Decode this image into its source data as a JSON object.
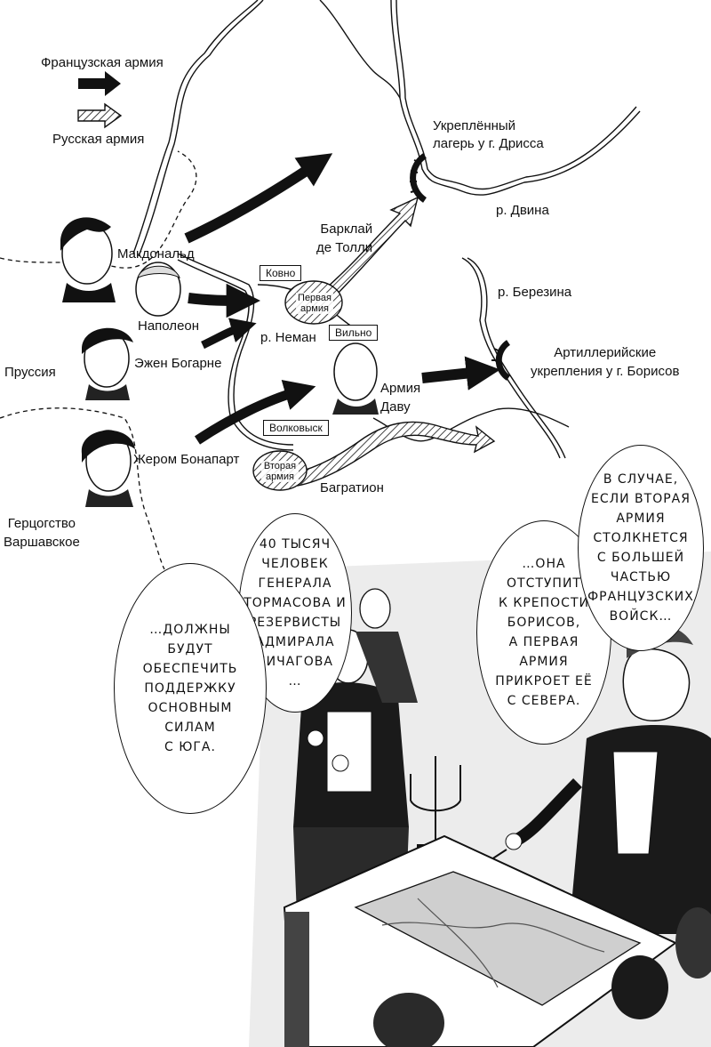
{
  "legend": {
    "french_label": "Французская армия",
    "russian_label": "Русская армия"
  },
  "map_labels": {
    "drissa": "Укреплённый\nлагерь у г. Дрисса",
    "dvina": "р. Двина",
    "barclay": "Барклай\nде Толли",
    "macdonald": "Макдональд",
    "napoleon": "Наполеон",
    "eugene": "Эжен Богарне",
    "jerome": "Жером Бонапарт",
    "prussia": "Пруссия",
    "warsaw": "Герцогство\nВаршавское",
    "neman": "р. Неман",
    "berezina": "р. Березина",
    "borisov": "Артиллерийские\nукрепления у г. Борисов",
    "davout": "Армия\nДаву",
    "bagration": "Багратион"
  },
  "boxes": {
    "kovno": "Ковно",
    "vilno": "Вильно",
    "volkovysk": "Волковыск"
  },
  "ovals": {
    "first_army": "Первая\nармия",
    "second_army": "Вторая\nармия"
  },
  "bubbles": {
    "tormasov": "40 ТЫСЯЧ\nЧЕЛОВЕК\nГЕНЕРАЛА\nТОРМАСОВА И\nРЕЗЕРВИСТЫ\nАДМИРАЛА\nЧИЧАГОВА\n…",
    "support": "…ДОЛЖНЫ\nБУДУТ\nОБЕСПЕЧИТЬ\nПОДДЕРЖКУ\nОСНОВНЫМ\nСИЛАМ\nС ЮГА.",
    "retreat": "…ОНА\nОТСТУПИТ\nК КРЕПОСТИ\nБОРИСОВ,\nА ПЕРВАЯ\nАРМИЯ\nПРИКРОЕТ ЕЁ\nС СЕВЕРА.",
    "case": "В СЛУЧАЕ,\nЕСЛИ ВТОРАЯ\nАРМИЯ\nСТОЛКНЕТСЯ\nС БОЛЬШЕЙ\nЧАСТЬЮ\nФРАНЦУЗСКИХ\nВОЙСК…"
  },
  "colors": {
    "ink": "#111111",
    "paper": "#ffffff",
    "tone": "#d8d8d8"
  }
}
